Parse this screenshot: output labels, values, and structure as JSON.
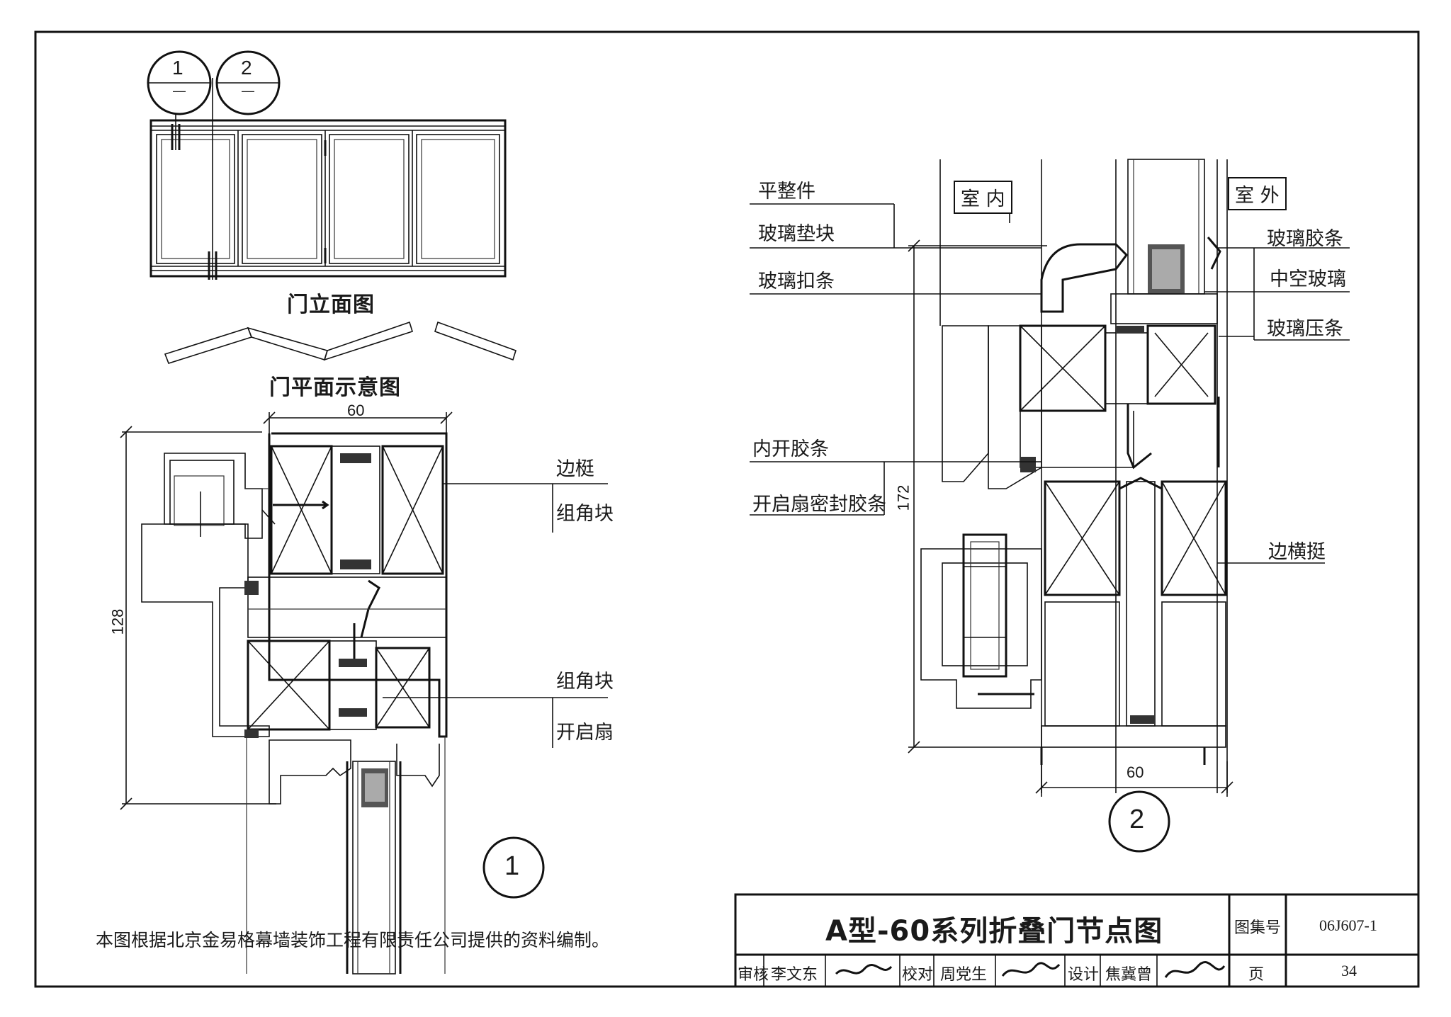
{
  "detail_refs": [
    "1",
    "2"
  ],
  "detail_ref_sub": "—",
  "elevation_title": "门立面图",
  "plan_title": "门平面示意图",
  "detail1": {
    "dim_width": "60",
    "dim_height": "128",
    "labels": [
      "边梃",
      "组角块",
      "组角块",
      "开启扇"
    ],
    "number": "1"
  },
  "detail2": {
    "indoor": "室 内",
    "outdoor": "室 外",
    "left_labels": [
      "平整件",
      "玻璃垫块",
      "玻璃扣条",
      "内开胶条",
      "开启扇密封胶条"
    ],
    "right_labels": [
      "玻璃胶条",
      "中空玻璃",
      "玻璃压条",
      "边横挺"
    ],
    "dim_height": "172",
    "dim_width": "60",
    "number": "2"
  },
  "note": "本图根据北京金易格幕墙装饰工程有限责任公司提供的资料编制。",
  "title_block": {
    "title": "A型-60系列折叠门节点图",
    "atlas_label": "图集号",
    "atlas_no": "06J607-1",
    "page_label": "页",
    "page_no": "34",
    "review_label": "审核",
    "review_name": "李文东",
    "check_label": "校对",
    "check_name": "周党生",
    "design_label": "设计",
    "design_name": "焦冀曾"
  }
}
